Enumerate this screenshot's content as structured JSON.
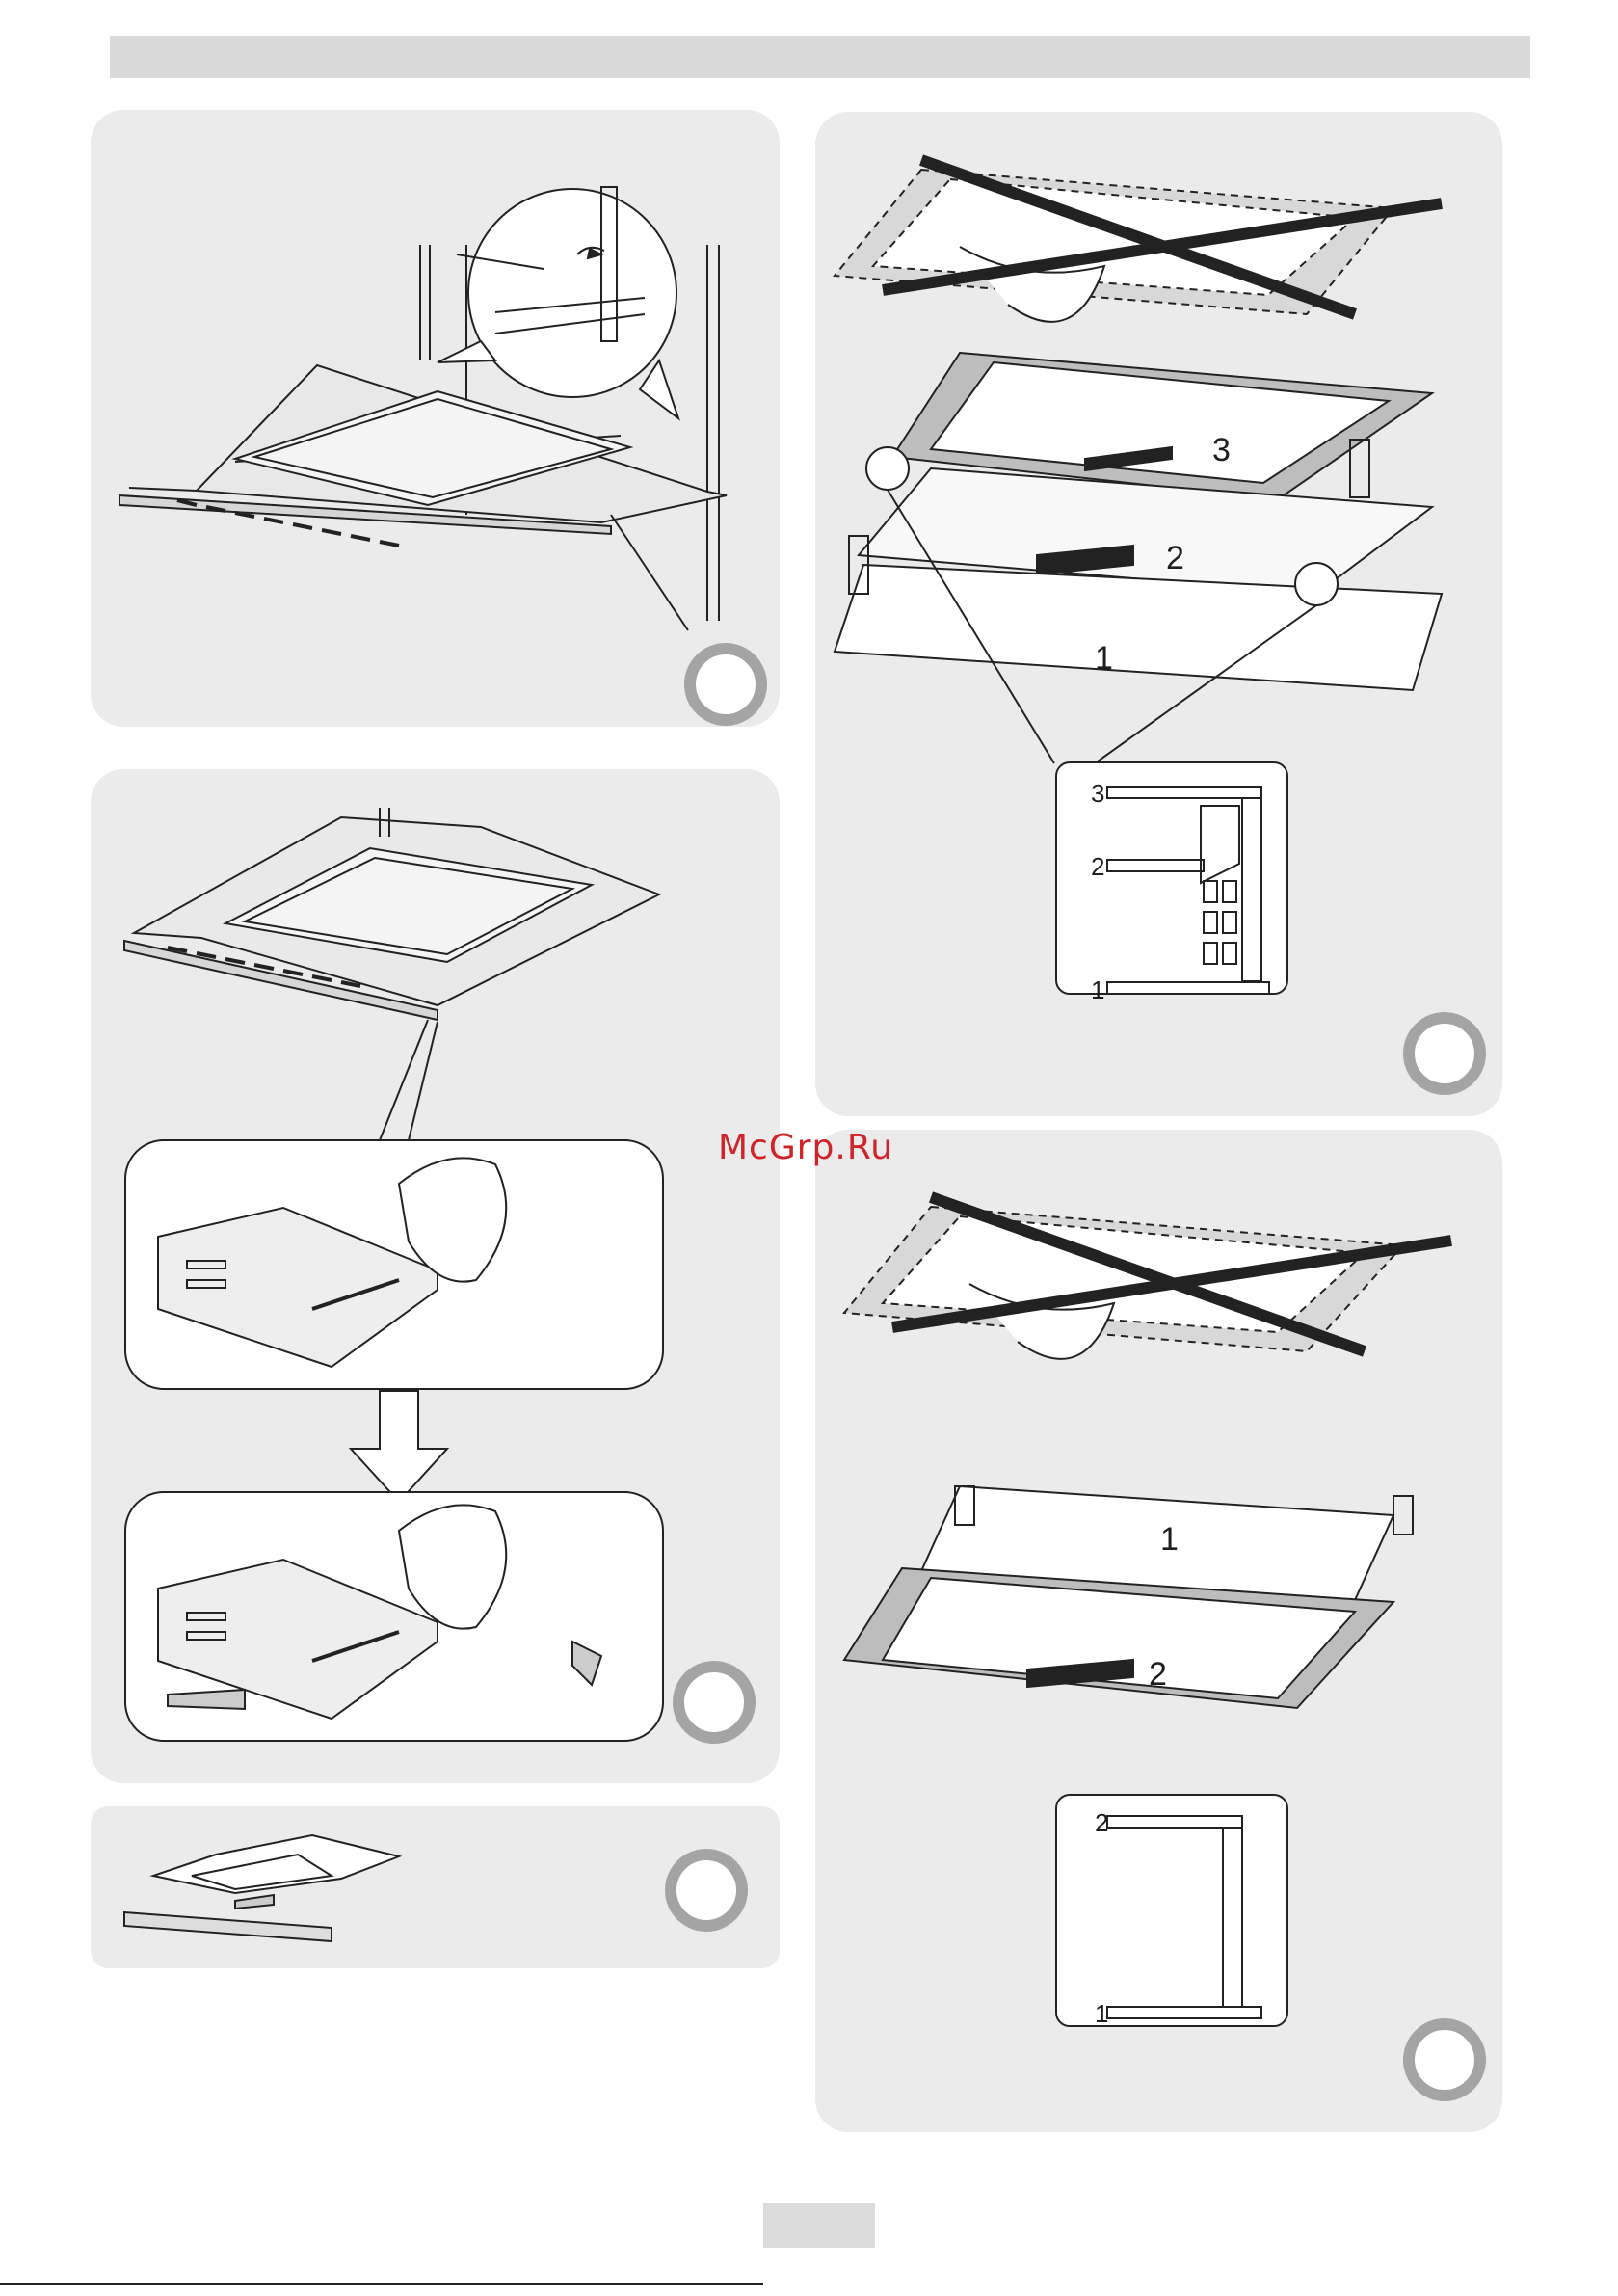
{
  "watermark": {
    "text": "McGrp.Ru"
  },
  "panel_c": {
    "labels": [
      "3",
      "2",
      "1"
    ],
    "inset_labels": [
      "3",
      "2",
      "1"
    ]
  },
  "panel_e": {
    "labels": [
      "1",
      "2"
    ],
    "inset_labels": [
      "2",
      "1"
    ]
  },
  "icons": [
    "step-circle-icon",
    "cross-out-icon",
    "arrow-icon",
    "hand-screwdriver-icon",
    "oven-door-icon"
  ],
  "colors": {
    "panel_bg": "#ebebeb",
    "circle_ring": "#a4a4a4",
    "top_bar": "#d9d9d9",
    "watermark": "#d0232a"
  }
}
